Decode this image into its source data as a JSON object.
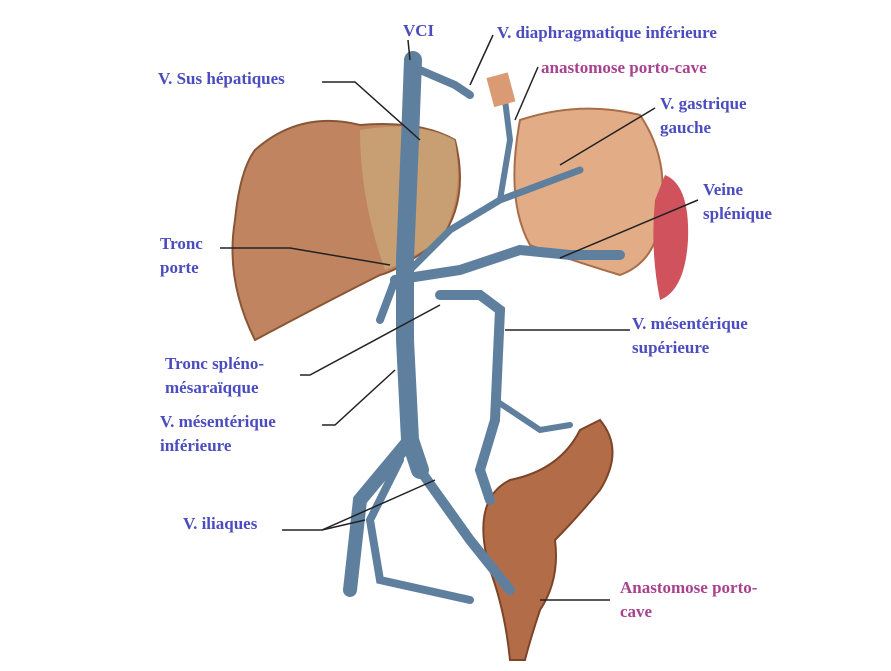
{
  "labels": {
    "vci": "VCI",
    "diaphragmatique": "V. diaphragmatique inférieure",
    "anastomose_top": "anastomose porto-cave",
    "sus_hepatiques": "V. Sus hépatiques",
    "gastrique_1": "V. gastrique",
    "gastrique_2": "gauche",
    "splenique_1": "Veine",
    "splenique_2": "splénique",
    "tronc_porte_1": "Tronc",
    "tronc_porte_2": "porte",
    "mes_sup_1": "V. mésentérique",
    "mes_sup_2": "supérieure",
    "spleno_1": "Tronc spléno-",
    "spleno_2": "mésaraïqque",
    "mes_inf_1": "V. mésentérique",
    "mes_inf_2": "inférieure",
    "iliaques": "V. iliaques",
    "anastomose_bottom_1": "Anastomose porto-",
    "anastomose_bottom_2": "cave"
  },
  "colors": {
    "label_blue": "#4b4cbf",
    "label_purple": "#a8428f",
    "vein": "#5f7f9e",
    "liver": "#b97a55",
    "stomach": "#e0a982",
    "spleen": "#d0525c",
    "colon": "#b06a45"
  }
}
